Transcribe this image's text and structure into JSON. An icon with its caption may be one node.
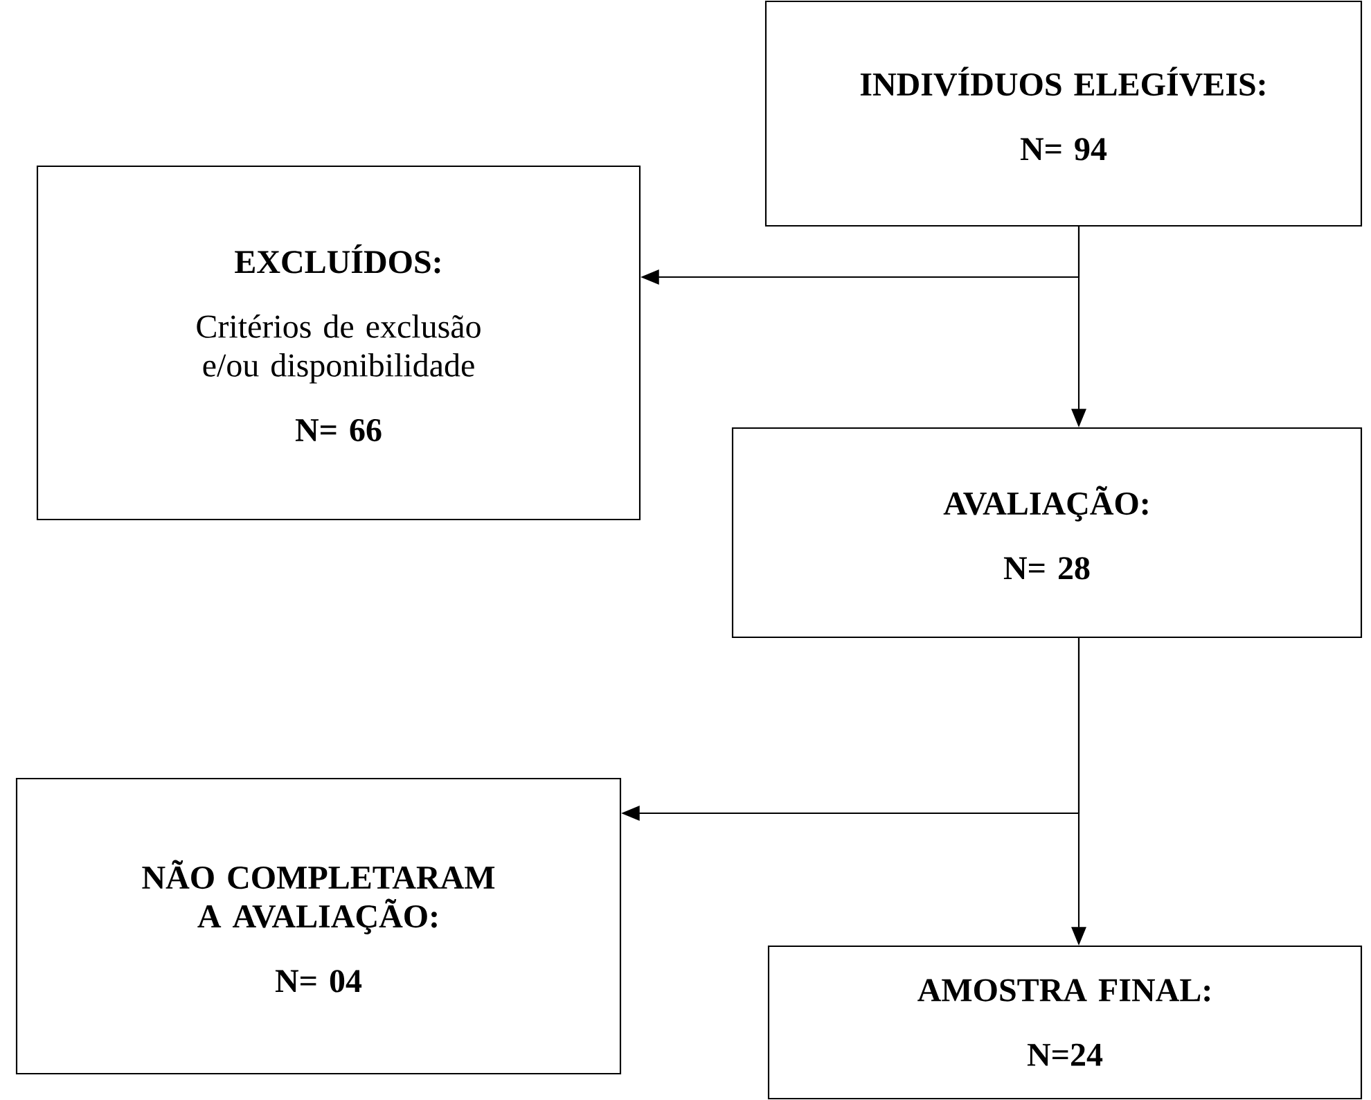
{
  "diagram": {
    "nodes": [
      {
        "text": [
          "INDIVÍDUOS ELEGÍVEIS:",
          "N= 94"
        ]
      },
      {
        "text": [
          "EXCLUÍDOS:",
          "Critérios de exclusão e/ou disponibilidade",
          "N= 66"
        ]
      },
      {
        "text": [
          "AVALIAÇÃO:",
          "N= 28"
        ]
      },
      {
        "text": [
          "NÃO COMPLETARAM A AVALIAÇÃO:",
          "N= 04"
        ]
      },
      {
        "text": [
          "AMOSTRA FINAL:",
          "N=24"
        ]
      }
    ],
    "edges": [
      {
        "from": 0,
        "to": 1,
        "arrow": "to"
      },
      {
        "from": 0,
        "to": 2,
        "arrow": "to"
      },
      {
        "from": 2,
        "to": 3,
        "arrow": "to"
      },
      {
        "from": 2,
        "to": 4,
        "arrow": "to"
      }
    ]
  }
}
